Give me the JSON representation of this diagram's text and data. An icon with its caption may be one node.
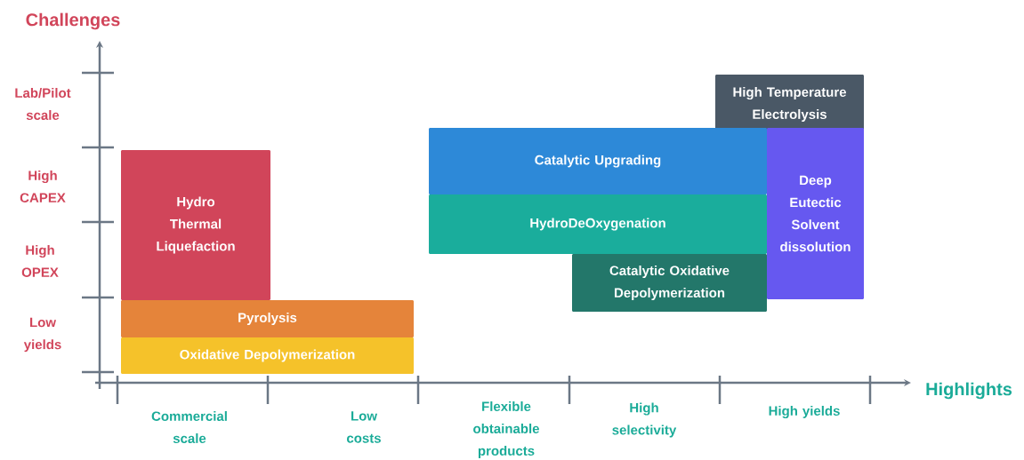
{
  "diagram": {
    "nodes": [
      {
        "text": [
          "High Temperature Electrolysis"
        ]
      },
      {
        "text": [
          "Catalytic Upgrading"
        ]
      },
      {
        "text": [
          "Deep Eutectic Solvent dissolution"
        ]
      },
      {
        "text": [
          "Hydro Thermal Liquefaction"
        ]
      },
      {
        "text": [
          "HydroDeOxygenation"
        ]
      },
      {
        "text": [
          "Catalytic Oxidative Depolymerization"
        ]
      },
      {
        "text": [
          "Pyrolysis"
        ]
      },
      {
        "text": [
          "Oxidative Depolymerization"
        ]
      }
    ],
    "edges": [],
    "labels": [
      "Challenges",
      "Lab/Pilot scale",
      "High CAPEX",
      "High OPEX",
      "Low yields",
      "Highlights",
      "Commercial scale",
      "Low costs",
      "Flexible obtainable products",
      "High selectivity",
      "High yields"
    ]
  }
}
